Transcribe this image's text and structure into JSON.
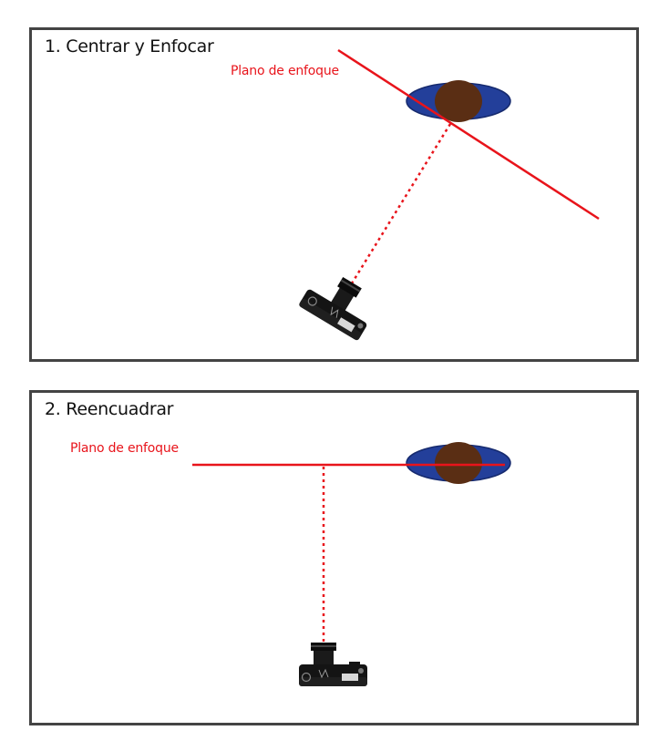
{
  "panels": [
    {
      "title": "1. Centrar y Enfocar",
      "plane_label": "Plano de enfoque"
    },
    {
      "title": "2. Reencuadrar",
      "plane_label": "Plano de enfoque"
    }
  ],
  "colors": {
    "border": "#444444",
    "focus_line": "#e8141b",
    "hair": "#5a2e14",
    "skin": "#f3cfae",
    "shoulders": "#233f9a",
    "camera": "#141414"
  },
  "icons": [
    "person-top-view-icon",
    "camera-icon"
  ]
}
